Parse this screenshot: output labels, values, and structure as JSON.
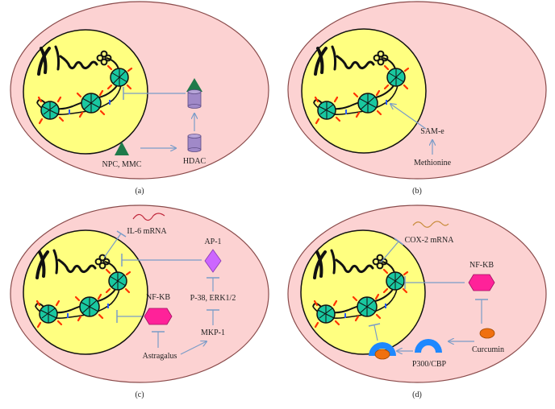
{
  "colors": {
    "cell_fill": "#fcd2d2",
    "cell_stroke": "#8a4b4b",
    "nucleus_fill": "#ffff80",
    "nucleosome_fill": "#19c8a0",
    "arrow": "#7a9cc8",
    "chromatin": "#111111",
    "tail_marks": "#ff3300",
    "cylinder": "#a089c8",
    "triangle": "#1f7a4a",
    "diamond": "#cc66ff",
    "hexagon": "#ff2299",
    "crescent": "#1e88ff",
    "oval": "#f07010",
    "il6_mrna": "#c0283c",
    "cox2_mrna": "#c88c3c"
  },
  "panels": {
    "a": {
      "caption": "(a)",
      "npc_mmc": "NPC, MMC",
      "hdac": "HDAC"
    },
    "b": {
      "caption": "(b)",
      "same": "SAM-e",
      "methionine": "Methionine"
    },
    "c": {
      "caption": "(c)",
      "il6": "IL-6 mRNA",
      "ap1": "AP-1",
      "p38": "P-38, ERK1/2",
      "mkp1": "MKP-1",
      "nfkb": "NF-KB",
      "astragalus": "Astragalus"
    },
    "d": {
      "caption": "(d)",
      "cox2": "COX-2 mRNA",
      "nfkb": "NF-KB",
      "curcumin": "Curcumin",
      "p300": "P300/CBP"
    }
  }
}
